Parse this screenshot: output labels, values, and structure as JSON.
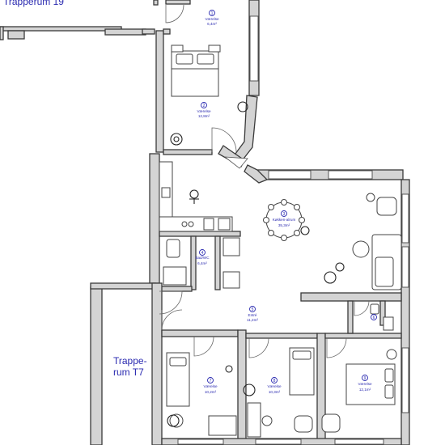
{
  "stairwells": [
    {
      "line1": "Trapperum 19",
      "line2": ""
    },
    {
      "line1": "Trappe-",
      "line2": "rum T7"
    }
  ],
  "rooms": [
    {
      "id": "top",
      "num": "1",
      "name": "Værelse",
      "area": "6,4m²"
    },
    {
      "id": "bedroom-upper",
      "num": "2",
      "name": "Værelse",
      "area": "12,8m²"
    },
    {
      "id": "living",
      "num": "3",
      "name": "Køkken-alrum",
      "area": "35,3m²"
    },
    {
      "id": "bath",
      "num": "4",
      "name": "Bad/WC",
      "area": "6,4m²"
    },
    {
      "id": "entry",
      "num": "5",
      "name": "Entré",
      "area": "11,2m²"
    },
    {
      "id": "wc",
      "num": "6",
      "name": "",
      "area": ""
    },
    {
      "id": "room-a",
      "num": "7",
      "name": "Værelse",
      "area": "10,2m²"
    },
    {
      "id": "room-b",
      "num": "8",
      "name": "Værelse",
      "area": "10,3m²"
    },
    {
      "id": "room-c",
      "num": "9",
      "name": "Værelse",
      "area": "12,1m²"
    }
  ],
  "colors": {
    "label": "#2a2ab0",
    "wall_fill": "#d4d4d4",
    "wall_stroke": "#3a3a3a"
  }
}
